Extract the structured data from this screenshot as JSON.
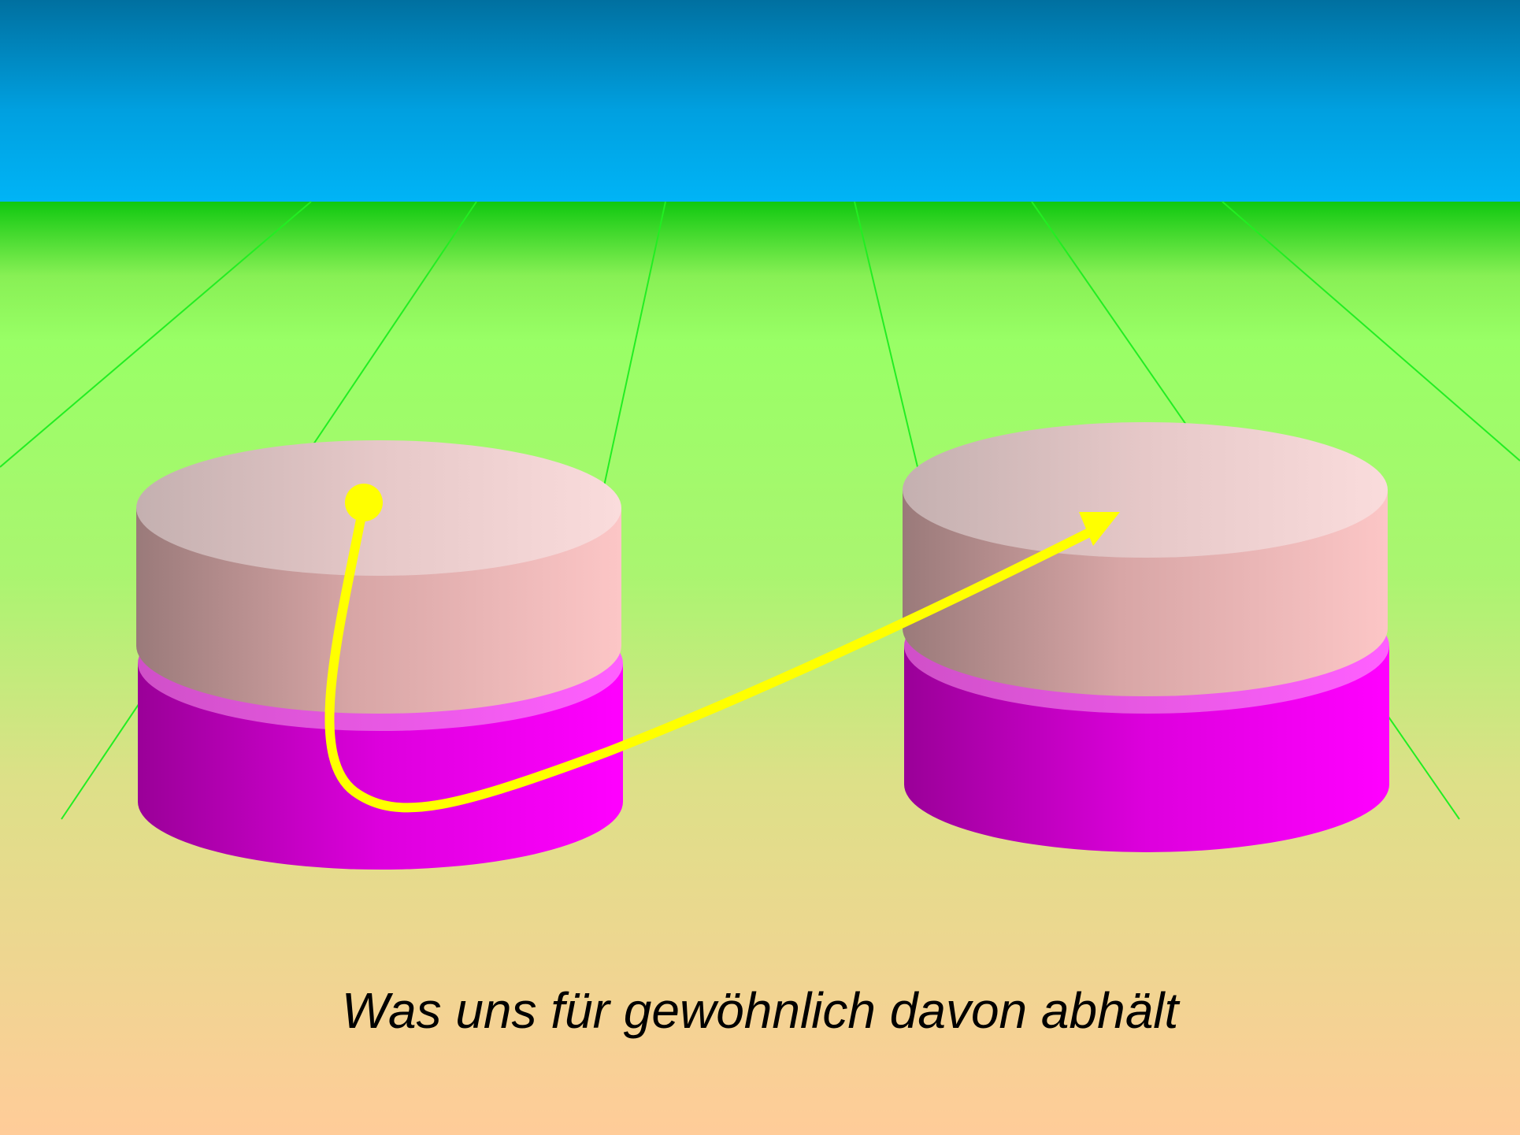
{
  "caption": "Was uns für gewöhnlich davon abhält",
  "colors": {
    "sky_top": "#0070a0",
    "sky_bottom": "#00b4f6",
    "ground_top": "#10c810",
    "ground_mid": "#99ff66",
    "ground_bottom": "#ffcc99",
    "perspective_lines": "#22ee22",
    "cylinder_top_layer": "#f4c0c0",
    "cylinder_bottom_layer": "#ff00ff",
    "arrow": "#ffff00"
  },
  "diagram": {
    "objects": [
      {
        "name": "left-cylinder",
        "layers": [
          "pink-top-layer",
          "magenta-bottom-layer"
        ]
      },
      {
        "name": "right-cylinder",
        "layers": [
          "pink-top-layer",
          "magenta-bottom-layer"
        ]
      }
    ],
    "connector": {
      "from": "left-cylinder",
      "to": "right-cylinder",
      "style": "curved-arrow"
    }
  }
}
